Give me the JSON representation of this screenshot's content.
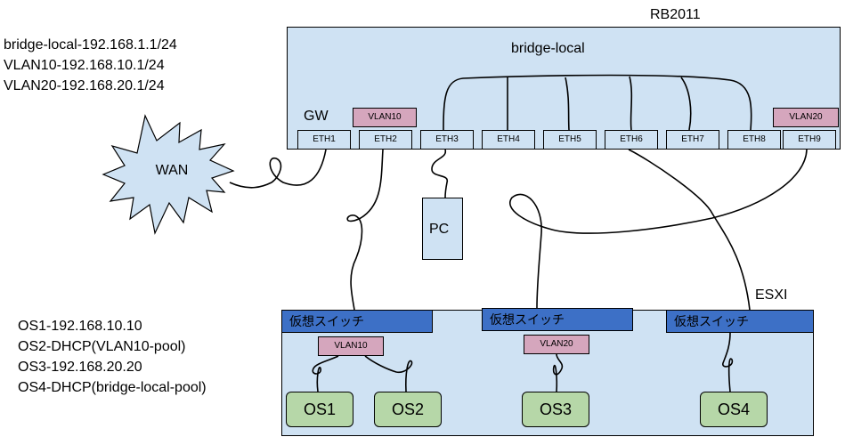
{
  "router": {
    "name": "RB2011",
    "bridge_label": "bridge-local",
    "gw_label": "GW",
    "ports": [
      "ETH1",
      "ETH2",
      "ETH3",
      "ETH4",
      "ETH5",
      "ETH6",
      "ETH7",
      "ETH8",
      "ETH9"
    ],
    "vlan_eth2": "VLAN10",
    "vlan_eth9": "VLAN20"
  },
  "network_info": [
    "bridge-local-192.168.1.1/24",
    "VLAN10-192.168.10.1/24",
    "VLAN20-192.168.20.1/24"
  ],
  "wan_label": "WAN",
  "pc_label": "PC",
  "esxi": {
    "name": "ESXI",
    "vswitch_label": "仮想スイッチ",
    "vlan1": "VLAN10",
    "vlan2": "VLAN20",
    "os": [
      "OS1",
      "OS2",
      "OS3",
      "OS4"
    ]
  },
  "os_info": [
    "OS1-192.168.10.10",
    "OS2-DHCP(VLAN10-pool)",
    "OS3-192.168.20.20",
    "OS4-DHCP(bridge-local-pool)"
  ],
  "colors": {
    "box_blue": "#cfe2f3",
    "vswitch_blue": "#3d70c6",
    "vlan_pink": "#d5a6bd",
    "os_green": "#b6d7a8"
  }
}
